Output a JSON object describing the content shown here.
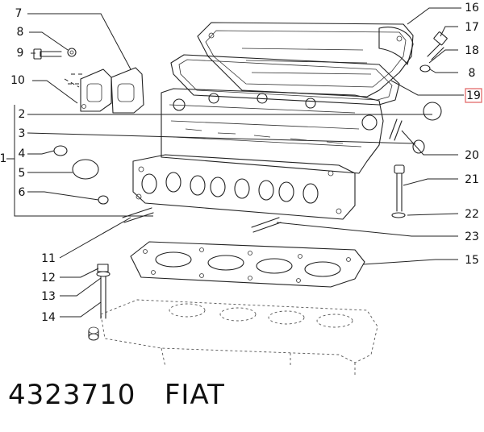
{
  "callouts": {
    "c1": "1",
    "c2": "2",
    "c3": "3",
    "c4": "4",
    "c5": "5",
    "c6": "6",
    "c7": "7",
    "c8a": "8",
    "c8b": "8",
    "c9": "9",
    "c10": "10",
    "c11": "11",
    "c12": "12",
    "c13": "13",
    "c14": "14",
    "c15": "15",
    "c16": "16",
    "c17": "17",
    "c18": "18",
    "c19": "19",
    "c20": "20",
    "c21": "21",
    "c22": "22",
    "c23": "23"
  },
  "highlight_color": "#e36b6b",
  "footer": {
    "part_number": "4323710",
    "brand": "FIAT"
  }
}
